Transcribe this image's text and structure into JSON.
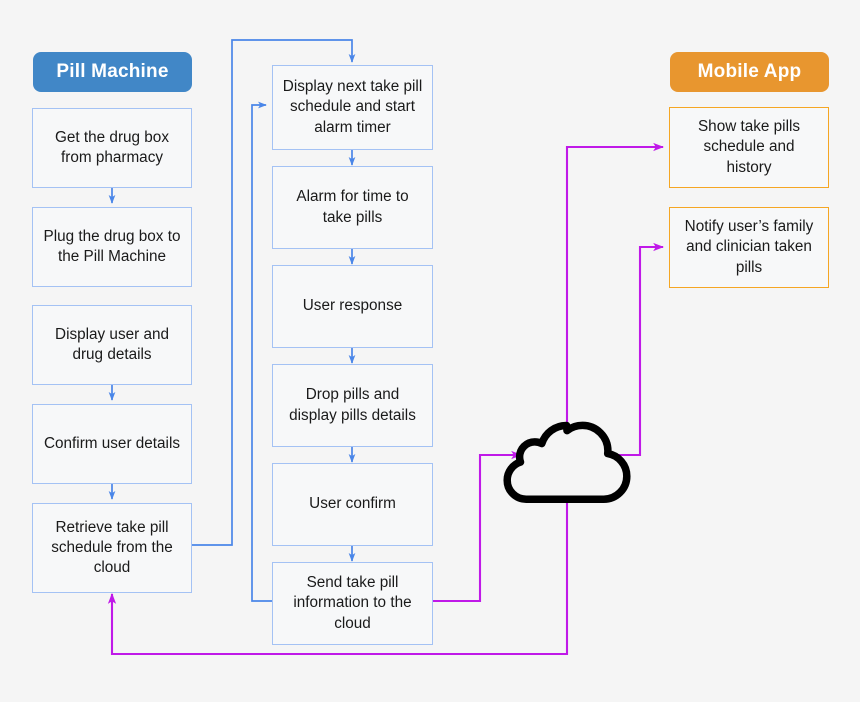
{
  "diagram": {
    "title_semantic": "smart-pill-machine-flowchart",
    "background_color": "#f5f5f5",
    "colors": {
      "pill_machine_header": "#4187c7",
      "mobile_app_header": "#e8962f",
      "process_box_border": "#a4c2f4",
      "process_box_fill": "#f7f8f9",
      "mobile_box_border": "#f5a623",
      "blue_edge": "#4a86e8",
      "magenta_edge": "#c019e8",
      "cloud_stroke": "#000000"
    }
  },
  "columns": {
    "left": {
      "header": "Pill Machine",
      "nodes": [
        {
          "id": "get-drug-box",
          "label": "Get the drug box from pharmacy"
        },
        {
          "id": "plug-drug-box",
          "label": "Plug the drug box to the Pill Machine"
        },
        {
          "id": "display-user-drug",
          "label": "Display user and drug details"
        },
        {
          "id": "confirm-user",
          "label": "Confirm user details"
        },
        {
          "id": "retrieve-schedule",
          "label": "Retrieve take pill schedule from the cloud"
        }
      ]
    },
    "middle": {
      "nodes": [
        {
          "id": "display-next-take",
          "label": "Display next take pill schedule and start alarm timer"
        },
        {
          "id": "alarm-time",
          "label": "Alarm for time to take pills"
        },
        {
          "id": "user-response",
          "label": "User response"
        },
        {
          "id": "drop-pills",
          "label": "Drop pills and display pills details"
        },
        {
          "id": "user-confirm",
          "label": "User confirm"
        },
        {
          "id": "send-take-pill",
          "label": "Send take pill information to the cloud"
        }
      ]
    },
    "right": {
      "header": "Mobile App",
      "nodes": [
        {
          "id": "show-schedule-history",
          "label": "Show take pills schedule and history"
        },
        {
          "id": "notify-family-clinician",
          "label": "Notify user’s family and clinician taken pills"
        }
      ]
    }
  },
  "cloud": {
    "id": "cloud",
    "icon": "cloud-icon",
    "label": ""
  },
  "connections": [
    {
      "from": "get-drug-box",
      "to": "plug-drug-box",
      "color": "blue"
    },
    {
      "from": "display-user-drug",
      "to": "confirm-user",
      "color": "blue"
    },
    {
      "from": "confirm-user",
      "to": "retrieve-schedule",
      "color": "blue"
    },
    {
      "from": "retrieve-schedule",
      "to": "display-next-take",
      "color": "blue"
    },
    {
      "from": "display-next-take",
      "to": "alarm-time",
      "color": "blue"
    },
    {
      "from": "alarm-time",
      "to": "user-response",
      "color": "blue"
    },
    {
      "from": "user-response",
      "to": "drop-pills",
      "color": "blue"
    },
    {
      "from": "drop-pills",
      "to": "user-confirm",
      "color": "blue"
    },
    {
      "from": "user-confirm",
      "to": "send-take-pill",
      "color": "blue"
    },
    {
      "from": "send-take-pill",
      "to": "display-next-take",
      "color": "blue"
    },
    {
      "from": "send-take-pill",
      "to": "cloud",
      "color": "magenta"
    },
    {
      "from": "cloud",
      "to": "show-schedule-history",
      "color": "magenta"
    },
    {
      "from": "cloud",
      "to": "notify-family-clinician",
      "color": "magenta"
    },
    {
      "from": "cloud",
      "to": "retrieve-schedule",
      "color": "magenta"
    }
  ]
}
